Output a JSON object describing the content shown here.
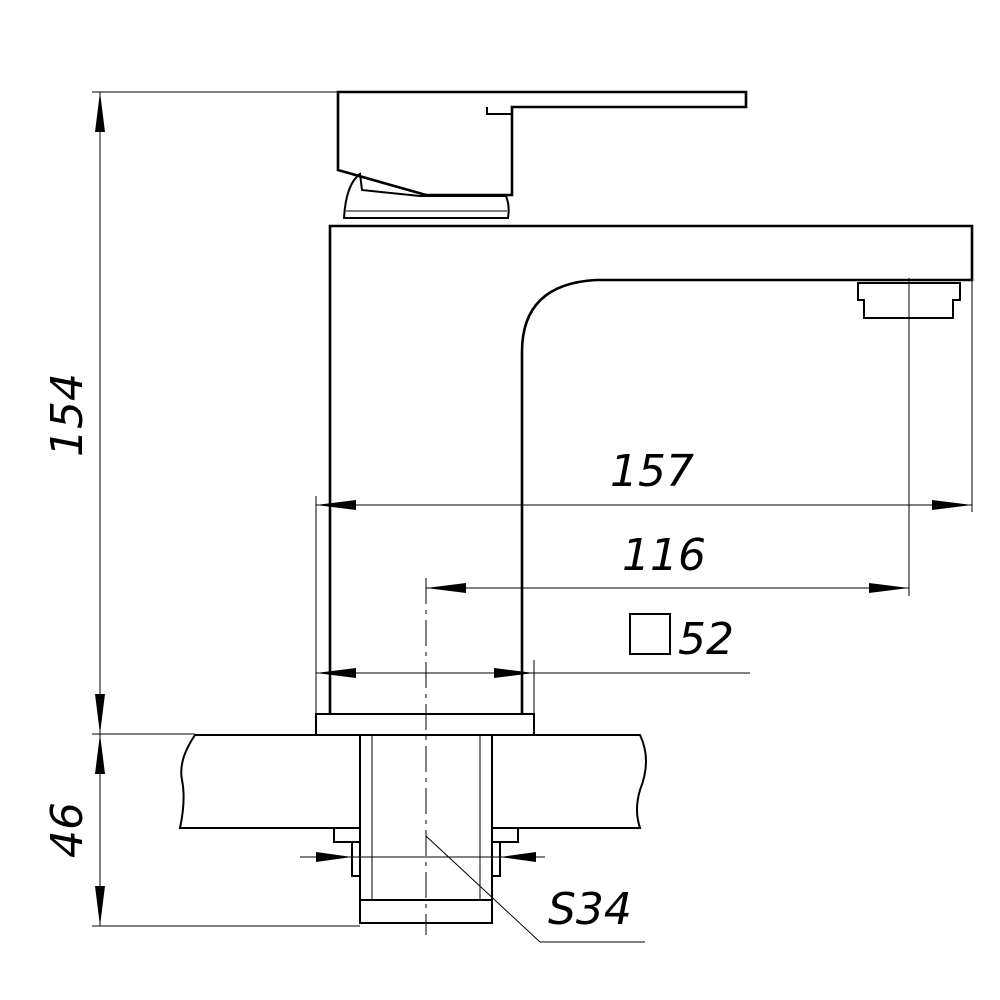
{
  "dimensions": {
    "height_total": "154",
    "width_total": "157",
    "spout_reach": "116",
    "body_section": "52",
    "shank_length": "46",
    "wrench_size": "S34"
  },
  "colors": {
    "line": "#000000",
    "background": "#ffffff"
  }
}
